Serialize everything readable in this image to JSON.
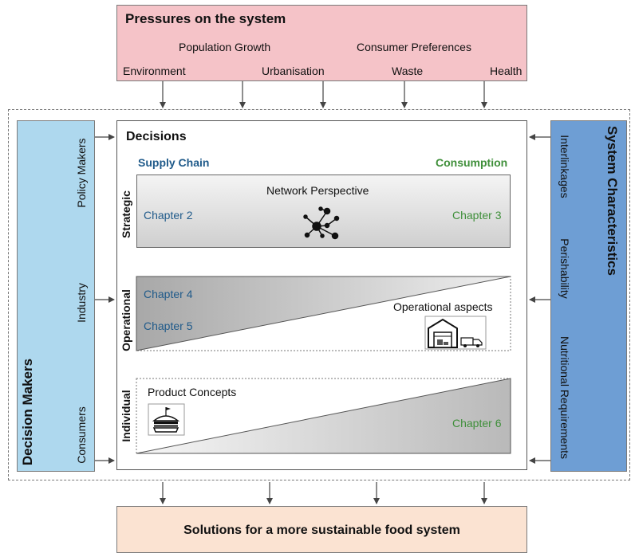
{
  "pressures": {
    "title": "Pressures on the system",
    "items": [
      "Population Growth",
      "Consumer Preferences",
      "Environment",
      "Urbanisation",
      "Waste",
      "Health"
    ]
  },
  "decision_makers": {
    "title": "Decision Makers",
    "items": [
      "Policy Makers",
      "Industry",
      "Consumers"
    ]
  },
  "system_characteristics": {
    "title": "System Characteristics",
    "items": [
      "Interlinkages",
      "Perishability",
      "Nutritional Requirements"
    ]
  },
  "decisions": {
    "title": "Decisions",
    "supply_chain": "Supply Chain",
    "consumption": "Consumption",
    "levels": {
      "strategic": "Strategic",
      "operational": "Operational",
      "individual": "Individual"
    },
    "strategic": {
      "label": "Network Perspective",
      "left_chapter": "Chapter 2",
      "right_chapter": "Chapter 3"
    },
    "operational": {
      "label": "Operational aspects",
      "chapter_a": "Chapter 4",
      "chapter_b": "Chapter 5"
    },
    "individual": {
      "label": "Product Concepts",
      "chapter": "Chapter 6"
    }
  },
  "solutions": {
    "title": "Solutions for a more sustainable food system"
  },
  "colors": {
    "pressures_bg": "#f5c3c8",
    "solutions_bg": "#fbe3d2",
    "decision_makers_bg": "#aed8ee",
    "system_bg": "#6e9ed4",
    "supply_chain": "#1f5a8a",
    "consumption": "#3f8f3a"
  },
  "icons": [
    "network-icon",
    "warehouse-icon",
    "delivery-truck-icon",
    "burger-icon"
  ]
}
